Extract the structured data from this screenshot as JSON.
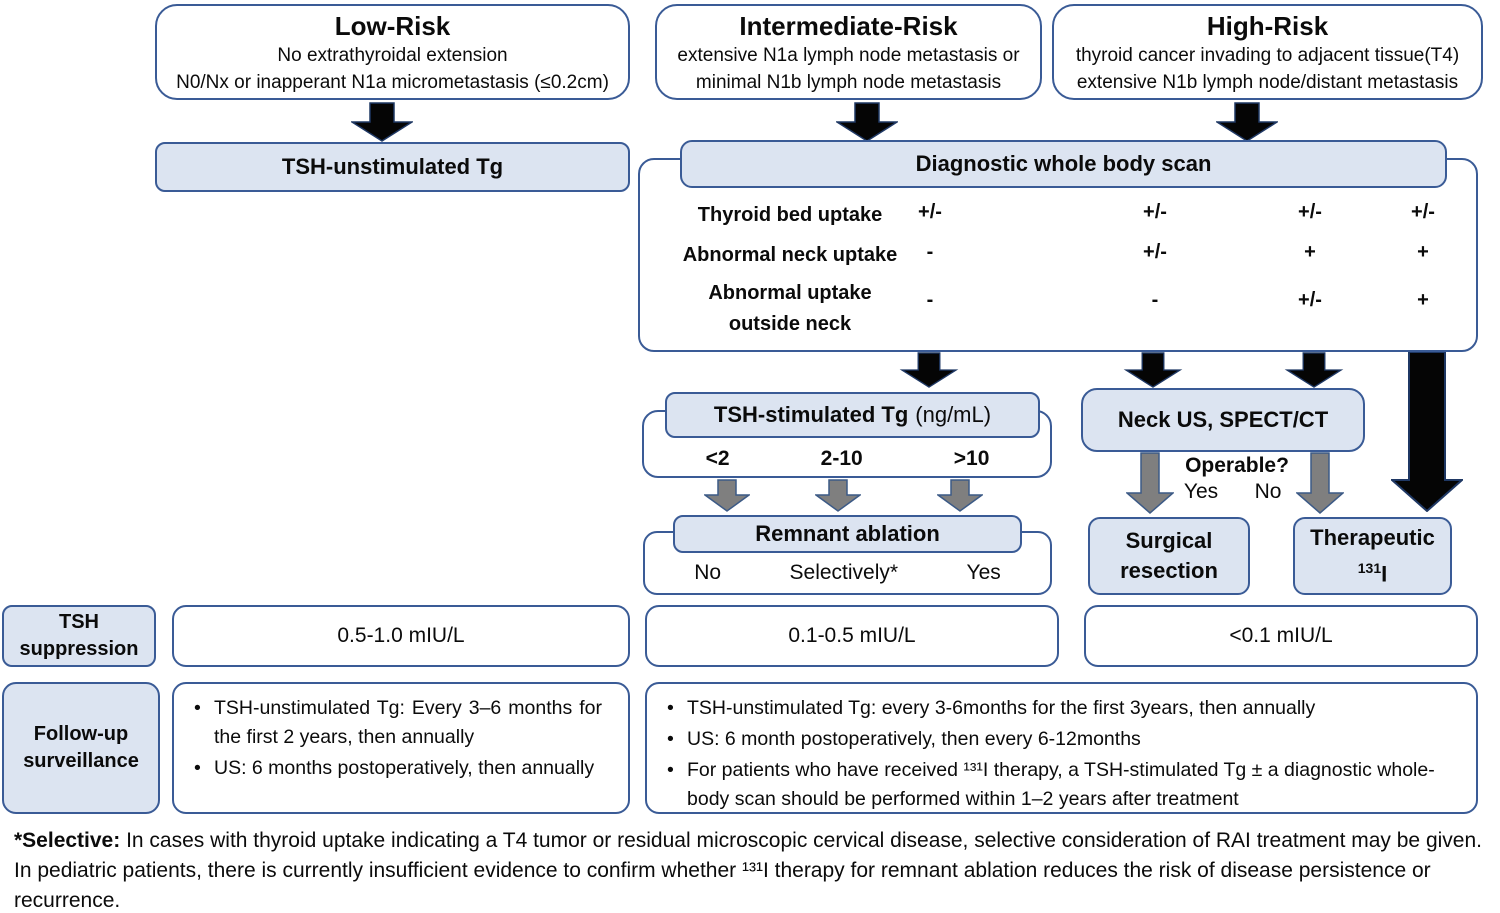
{
  "risk_columns": [
    {
      "title": "Low-Risk",
      "lines": [
        "No extrathyroidal extension",
        "N0/Nx or inapperant N1a micrometastasis (≤0.2cm)"
      ]
    },
    {
      "title": "Intermediate-Risk",
      "lines": [
        "extensive N1a lymph node metastasis or",
        "minimal N1b lymph node metastasis"
      ]
    },
    {
      "title": "High-Risk",
      "lines": [
        "thyroid cancer invading to adjacent tissue(T4)",
        "extensive N1b lymph node/distant metastasis"
      ]
    }
  ],
  "low_risk_test": "TSH-unstimulated Tg",
  "scan": {
    "title": "Diagnostic whole body scan",
    "rows": [
      {
        "label": "Thyroid bed uptake",
        "values": [
          "+/-",
          "+/-",
          "+/-",
          "+/-"
        ]
      },
      {
        "label": "Abnormal neck uptake",
        "values": [
          "-",
          "+/-",
          "+",
          "+"
        ]
      },
      {
        "label": "Abnormal uptake\noutside neck",
        "values": [
          "-",
          "-",
          "+/-",
          "+"
        ]
      }
    ]
  },
  "stimulated_tg": {
    "title_bold": "TSH-stimulated Tg",
    "title_unit": "(ng/mL)",
    "thresholds": [
      "<2",
      "2-10",
      ">10"
    ]
  },
  "remnant_ablation": {
    "title": "Remnant ablation",
    "options": [
      "No",
      "Selectively*",
      "Yes"
    ]
  },
  "neck_us": {
    "title": "Neck US, SPECT/CT",
    "question": "Operable?",
    "yes": "Yes",
    "no": "No"
  },
  "surgical": {
    "line1": "Surgical",
    "line2": "resection"
  },
  "therapeutic": {
    "line1": "Therapeutic",
    "isotope_sup": "131",
    "isotope": "I"
  },
  "tsh_suppression": {
    "label_line1": "TSH",
    "label_line2": "suppression",
    "values": [
      "0.5-1.0 mIU/L",
      "0.1-0.5 mIU/L",
      "<0.1 mIU/L"
    ]
  },
  "follow_up": {
    "label_line1": "Follow-up",
    "label_line2": "surveillance",
    "low_bullets": [
      "TSH-unstimulated Tg: Every 3–6 months for the first 2 years, then annually",
      "US: 6 months postoperatively, then annually"
    ],
    "other_bullets": [
      "TSH-unstimulated Tg: every 3-6months for the first 3years, then annually",
      "US: 6 month postoperatively, then every 6-12months",
      "For patients who have received ¹³¹I therapy, a TSH-stimulated Tg ± a diagnostic whole-body scan should be performed within 1–2 years after treatment"
    ]
  },
  "footnote": {
    "bold": "*Selective:",
    "text": " In cases with thyroid uptake indicating a T4 tumor or residual microscopic cervical disease, selective consideration of RAI treatment may be given. In pediatric patients, there is currently insufficient evidence to confirm whether ¹³¹I therapy for remnant ablation reduces the risk of disease persistence or recurrence."
  },
  "colors": {
    "box_fill": "#dce4f1",
    "box_border": "#3a5b96",
    "arrow_black": "#050505",
    "arrow_black_outline": "#1f3864",
    "arrow_gray": "#7f7f7f",
    "arrow_gray_outline": "#3c5a86"
  }
}
